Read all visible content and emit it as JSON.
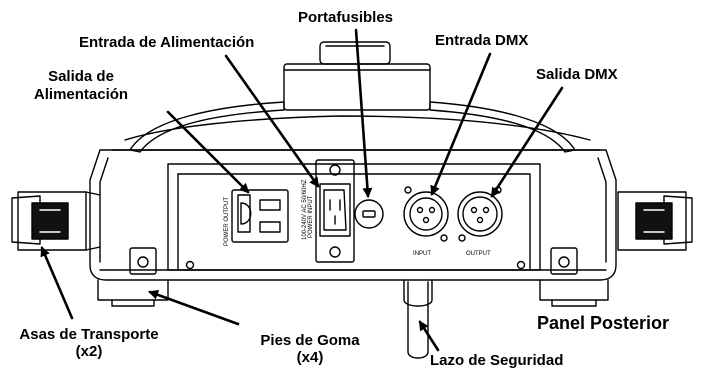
{
  "labels": {
    "portafusibles": "Portafusibles",
    "entrada_alimentacion": "Entrada de Alimentación",
    "entrada_dmx": "Entrada DMX",
    "salida_alimentacion_1": "Salida de",
    "salida_alimentacion_2": "Alimentación",
    "salida_dmx": "Salida DMX",
    "asas_1": "Asas de Transporte",
    "asas_2": "(x2)",
    "pies_1": "Pies de Goma",
    "pies_2": "(x4)",
    "lazo": "Lazo de Seguridad",
    "panel": "Panel Posterior"
  },
  "device_text": {
    "power_output": "POWER OUTPUT",
    "power_input": "POWER INPUT",
    "voltage": "100-240V AC 50/60HZ",
    "input": "INPUT",
    "output": "OUTPUT"
  },
  "colors": {
    "line": "#000000",
    "body": "#ffffff"
  }
}
